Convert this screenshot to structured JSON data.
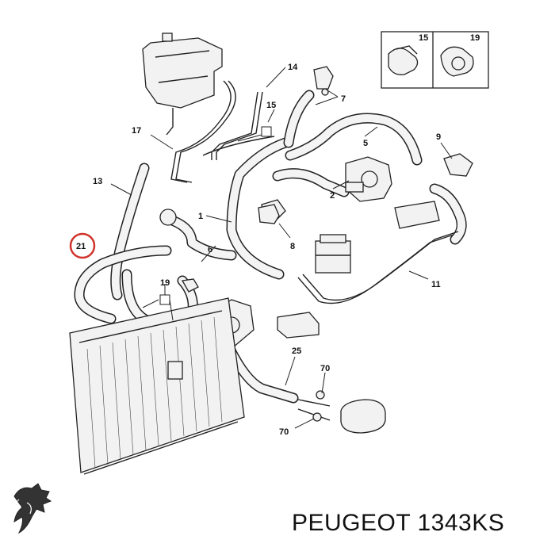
{
  "labels": {
    "p1": "1",
    "p2": "2",
    "p5": "5",
    "p6": "6",
    "p7": "7",
    "p8": "8",
    "p9": "9",
    "p11": "11",
    "p13": "13",
    "p14": "14",
    "p15": "15",
    "p17": "17",
    "p19": "19",
    "p21": "21",
    "p25": "25",
    "p70a": "70",
    "p70b": "70",
    "inset15": "15",
    "inset19": "19"
  },
  "footer": {
    "caption": "PEUGEOT 1343KS"
  },
  "highlight": {
    "part": "21",
    "color": "#d0342c"
  },
  "icons": {
    "brand_logo": "peugeot-lion-logo-icon"
  }
}
